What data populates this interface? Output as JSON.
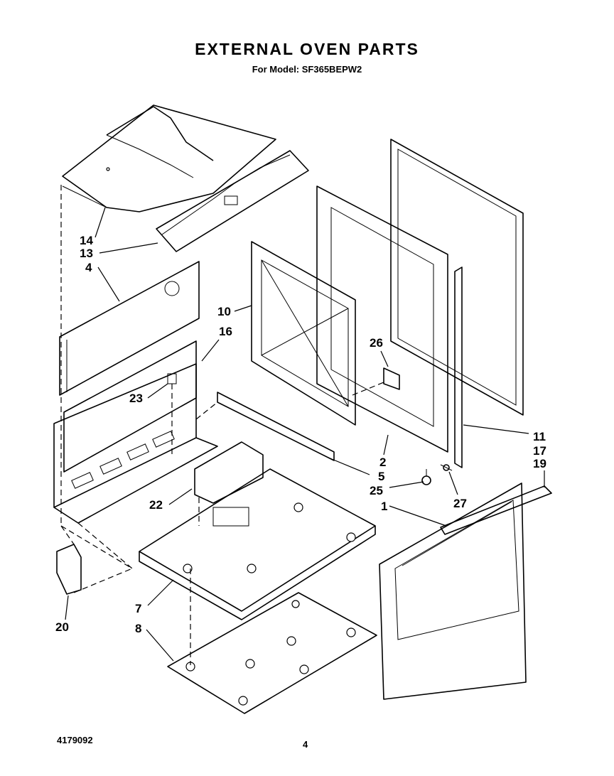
{
  "title": "EXTERNAL OVEN PARTS",
  "subtitle": "For Model: SF365BEPW2",
  "document_number": "4179092",
  "page_number": "4",
  "callouts": {
    "c14": "14",
    "c13": "13",
    "c4": "4",
    "c10": "10",
    "c16": "16",
    "c23": "23",
    "c26": "26",
    "c11": "11",
    "c17": "17",
    "c19": "19",
    "c2": "2",
    "c5": "5",
    "c25": "25",
    "c27": "27",
    "c1": "1",
    "c22": "22",
    "c7": "7",
    "c8": "8",
    "c20": "20"
  }
}
